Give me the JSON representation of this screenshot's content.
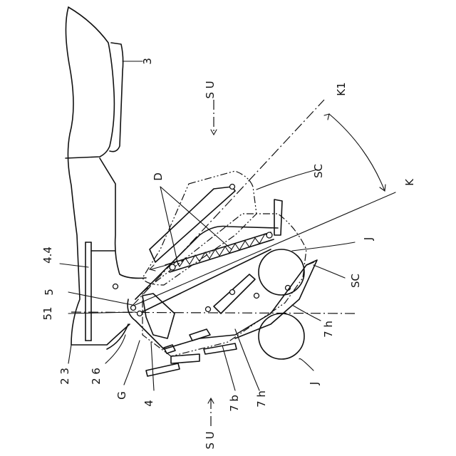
{
  "labels": {
    "l3": "3",
    "su_top": "S U",
    "k1": "K1",
    "d": "D",
    "sc_top": "SC",
    "k": "K",
    "j_top": "J",
    "l44": "4.4",
    "l5": "5",
    "sc_right": "SC",
    "l51": "51",
    "l7h_right": "7 h",
    "l23": "2 3",
    "l26": "2 6",
    "g": "G",
    "l4": "4",
    "l7b": "7 b",
    "l7h_bottom": "7 h",
    "j_bottom": "J",
    "su_bottom": "S U"
  }
}
